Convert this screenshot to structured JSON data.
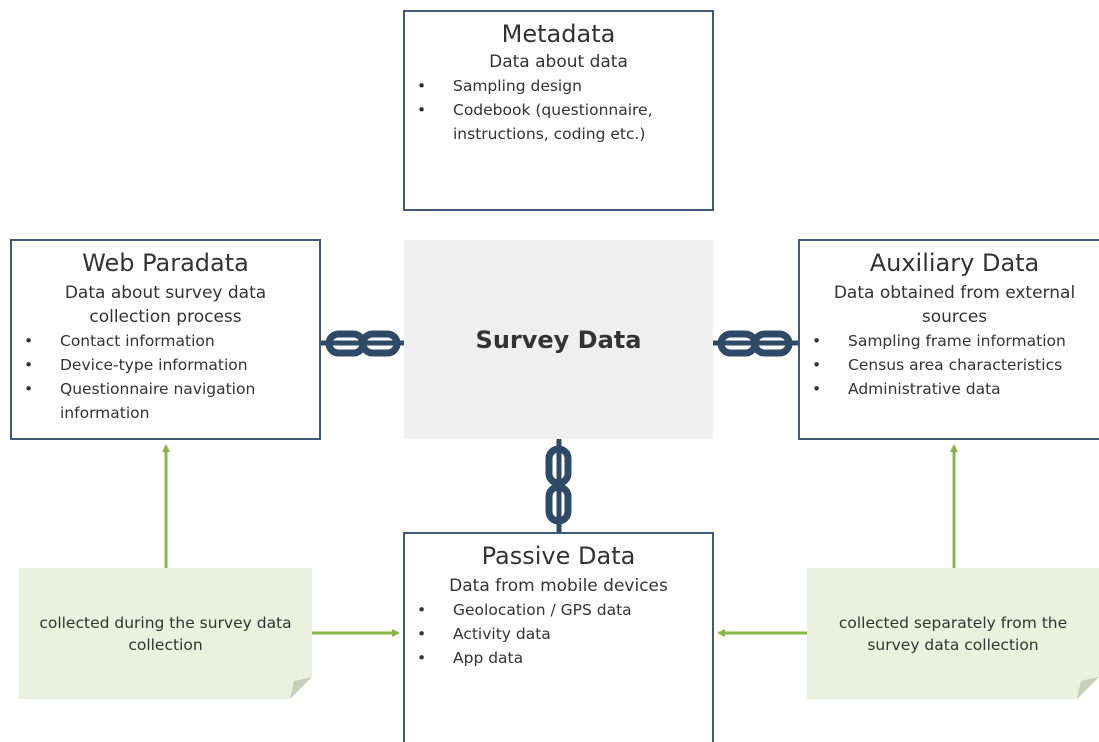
{
  "metadata": {
    "title": "Metadata",
    "subtitle": "Data about data",
    "items": [
      "Sampling design",
      "Codebook (questionnaire, instructions, coding etc.)"
    ]
  },
  "web_paradata": {
    "title": "Web Paradata",
    "subtitle": "Data about survey data collection process",
    "items": [
      "Contact information",
      "Device-type information",
      "Questionnaire navigation information"
    ]
  },
  "survey_data": {
    "label": "Survey Data"
  },
  "auxiliary": {
    "title": "Auxiliary Data",
    "subtitle": "Data obtained from external sources",
    "items": [
      "Sampling frame information",
      "Census area characteristics",
      "Administrative data"
    ]
  },
  "passive": {
    "title": "Passive Data",
    "subtitle": "Data from mobile devices",
    "items": [
      "Geolocation / GPS data",
      "Activity data",
      "App data"
    ]
  },
  "notes": {
    "left": "collected during the survey data collection",
    "right": "collected separately from the survey data collection"
  },
  "colors": {
    "box_border": "#3f5a77",
    "chain": "#2f4a66",
    "arrow": "#8ab547",
    "note_bg": "#ebf1de",
    "survey_bg": "#efefef"
  },
  "icons": {
    "link": "chain-link-icon",
    "arrow": "arrow-icon",
    "bullet": "bullet-icon"
  }
}
